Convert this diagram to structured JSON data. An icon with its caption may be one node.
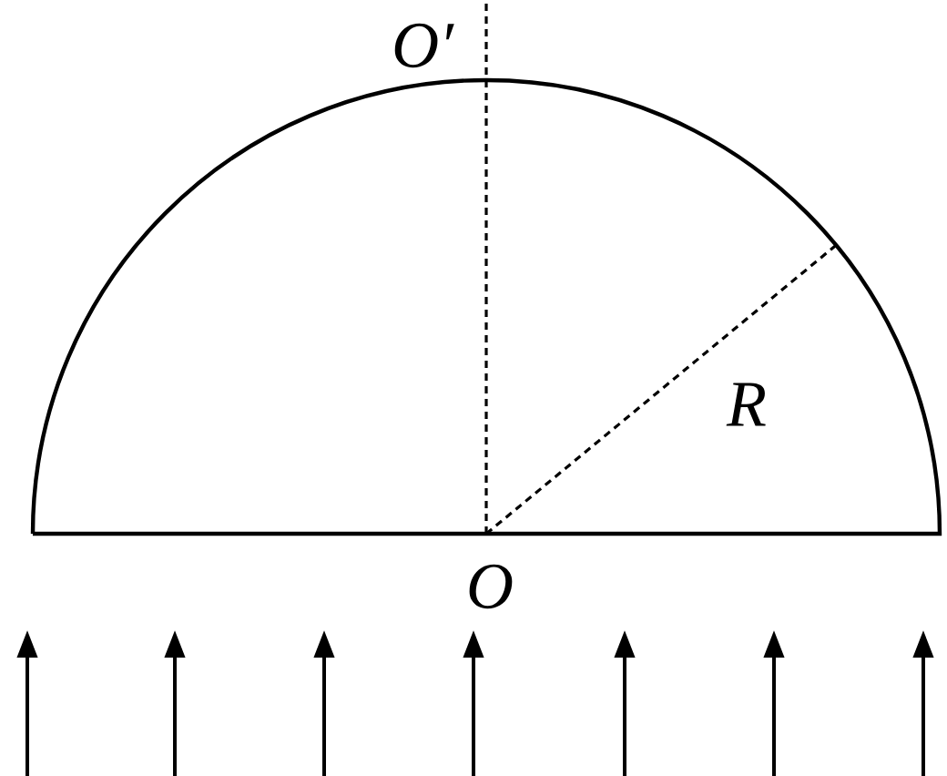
{
  "diagram": {
    "labels": [
      "O′",
      "R",
      "O"
    ]
  }
}
